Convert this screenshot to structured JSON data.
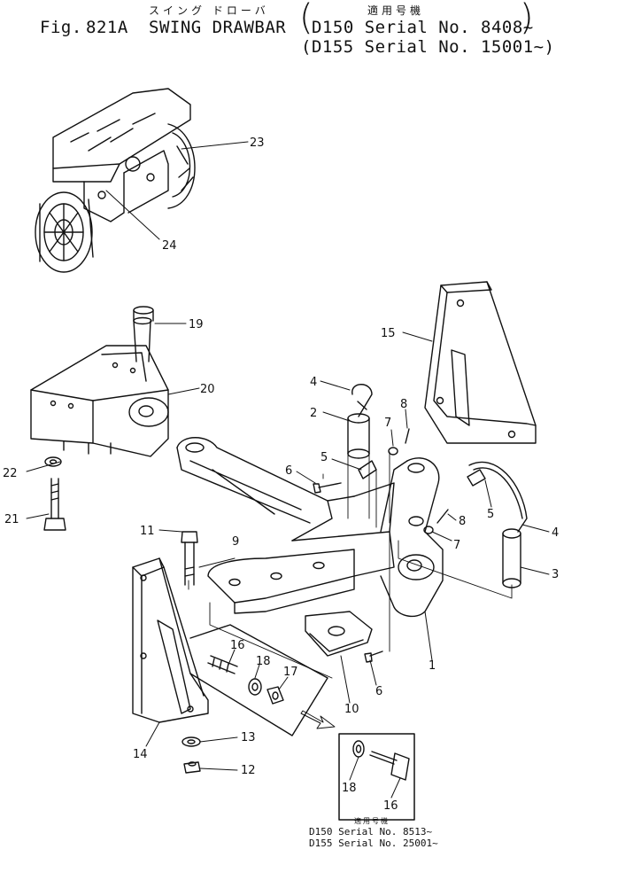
{
  "header": {
    "title_katakana": "スイング ドローバ",
    "applicable_label": "適用号機",
    "fig_label": "Fig.",
    "fig_number": "821A",
    "title": "SWING DRAWBAR",
    "serial_line_1": "D150 Serial No. 8408~",
    "serial_line_2": "(D155 Serial No. 15001~)"
  },
  "callouts": {
    "c1": "1",
    "c2": "2",
    "c3": "3",
    "c4a": "4",
    "c4b": "4",
    "c5a": "5",
    "c5b": "5",
    "c6a": "6",
    "c6b": "6",
    "c7a": "7",
    "c7b": "7",
    "c8a": "8",
    "c8b": "8",
    "c9": "9",
    "c10": "10",
    "c11": "11",
    "c12": "12",
    "c13": "13",
    "c14": "14",
    "c15": "15",
    "c16": "16",
    "c17": "17",
    "c18": "18",
    "c19": "19",
    "c20": "20",
    "c21": "21",
    "c22": "22",
    "c23": "23",
    "c24": "24",
    "c16b": "16",
    "c18b": "18"
  },
  "inset": {
    "applicable_label": "適用号機",
    "line_1": "D150  Serial No. 8513~",
    "line_2": "D155  Serial No. 25001~"
  }
}
